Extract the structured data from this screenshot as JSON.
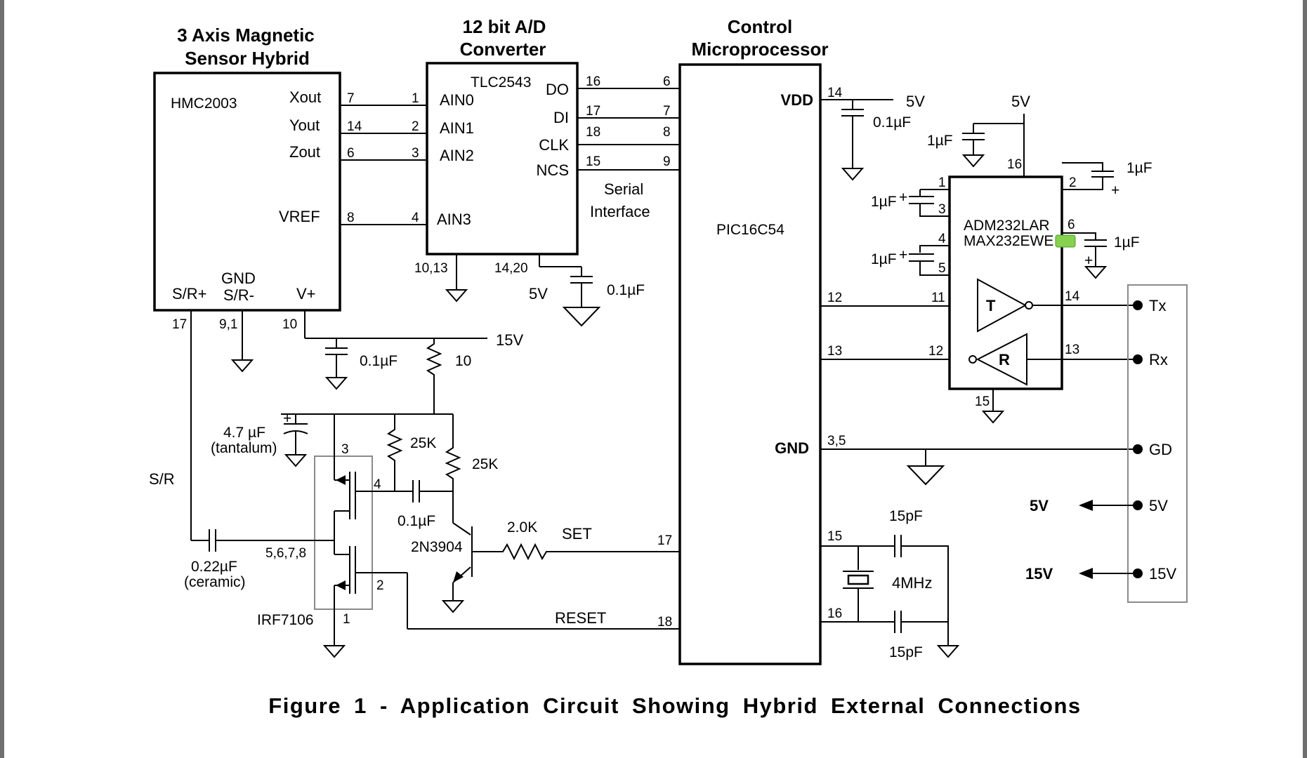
{
  "headers": {
    "sensor_line1": "3 Axis Magnetic",
    "sensor_line2": "Sensor Hybrid",
    "adc_line1": "12 bit A/D",
    "adc_line2": "Converter",
    "mcu_line1": "Control",
    "mcu_line2": "Microprocessor"
  },
  "hmc2003": {
    "part": "HMC2003",
    "xout": "Xout",
    "yout": "Yout",
    "zout": "Zout",
    "vref": "VREF",
    "gnd1": "GND",
    "gnd2": "S/R-",
    "srplus": "S/R+",
    "vplus": "V+",
    "pin_x": "7",
    "pin_y": "14",
    "pin_z": "6",
    "pin_vref": "8",
    "pin_sr": "17",
    "pin_gnd": "9,1",
    "pin_v": "10"
  },
  "tlc2543": {
    "part": "TLC2543",
    "ain0": "AIN0",
    "ain1": "AIN1",
    "ain2": "AIN2",
    "ain3": "AIN3",
    "do": "DO",
    "di": "DI",
    "clk": "CLK",
    "ncs": "NCS",
    "pin_ain0": "1",
    "pin_ain1": "2",
    "pin_ain2": "3",
    "pin_ain3": "4",
    "pin_do": "16",
    "pin_di": "17",
    "pin_clk": "18",
    "pin_ncs": "15",
    "pin_gnd": "10,13",
    "pin_vcc": "14,20",
    "vcc_label": "5V",
    "cap": "0.1µF"
  },
  "serial": {
    "line1": "Serial",
    "line2": "Interface"
  },
  "pic": {
    "part": "PIC16C54",
    "vdd": "VDD",
    "gnd": "GND",
    "pin_do": "6",
    "pin_di": "7",
    "pin_clk": "8",
    "pin_ncs": "9",
    "pin_vdd": "14",
    "pin_tx": "12",
    "pin_rx": "13",
    "pin_gnd": "3,5",
    "pin_osc1": "15",
    "pin_osc2": "16",
    "pin_set": "17",
    "pin_reset": "18",
    "vdd_supply": "5V",
    "vdd_cap": "0.1µF"
  },
  "crystal": {
    "freq": "4MHz",
    "cap1": "15pF",
    "cap2": "15pF"
  },
  "adm232": {
    "part1": "ADM232LAR",
    "part2": "MAX232EWE",
    "supply": "5V",
    "pin_vcc": "16",
    "pin_1": "1",
    "pin_2": "2",
    "pin_3": "3",
    "pin_4": "4",
    "pin_5": "5",
    "pin_6": "6",
    "pin_t_in": "11",
    "pin_r_out": "12",
    "pin_t_out": "14",
    "pin_r_in": "13",
    "pin_gnd": "15",
    "t": "T",
    "r": "R",
    "cap_vcc": "1µF",
    "cap_2": "1µF",
    "cap_13": "1µF",
    "cap_45": "1µF",
    "cap_6": "1µF"
  },
  "connector": {
    "tx": "Tx",
    "rx": "Rx",
    "gd": "GD",
    "v5": "5V",
    "v15": "15V"
  },
  "ext": {
    "v5": "5V",
    "v15": "15V"
  },
  "setreset": {
    "supply": "15V",
    "res10": "10",
    "cap_v": "0.1µF",
    "tant1": "4.7 µF",
    "tant2": "(tantalum)",
    "sr": "S/R",
    "cer1": "0.22µF",
    "cer2": "(ceramic)",
    "mosfet": "IRF7106",
    "fet_3": "3",
    "fet_4": "4",
    "fet_drain": "5,6,7,8",
    "fet_2": "2",
    "fet_1": "1",
    "res25a": "25K",
    "res25b": "25K",
    "cap_gate": "0.1µF",
    "transistor": "2N3904",
    "res_base": "2.0K",
    "set": "SET",
    "reset": "RESET"
  },
  "caption": "Figure  1  -  Application  Circuit  Showing  Hybrid  External  Connections"
}
